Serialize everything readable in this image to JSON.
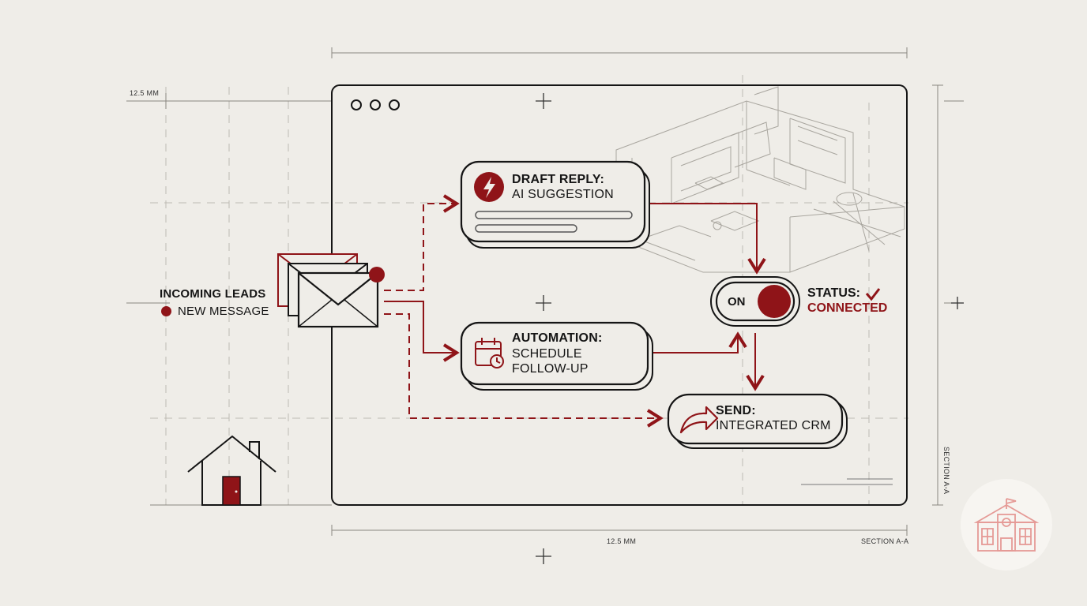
{
  "dimensions": {
    "top": "",
    "left": "12.5 MM",
    "bottom": "12.5 MM",
    "section": "SECTION A-A",
    "section_vertical": "SECTION A-A"
  },
  "source": {
    "title": "INCOMING LEADS",
    "status": "NEW MESSAGE"
  },
  "draft_reply": {
    "title": "DRAFT REPLY:",
    "subtitle": "AI SUGGESTION"
  },
  "automation": {
    "title": "AUTOMATION:",
    "line1": "SCHEDULE",
    "line2": "FOLLOW-UP"
  },
  "toggle": {
    "label": "ON"
  },
  "status": {
    "label": "STATUS:",
    "value": "CONNECTED"
  },
  "send": {
    "title": "SEND:",
    "subtitle": "INTEGRATED CRM"
  },
  "colors": {
    "accent": "#8f1418",
    "ink": "#151515",
    "paper": "#efede8",
    "logo": "#e59a96"
  }
}
